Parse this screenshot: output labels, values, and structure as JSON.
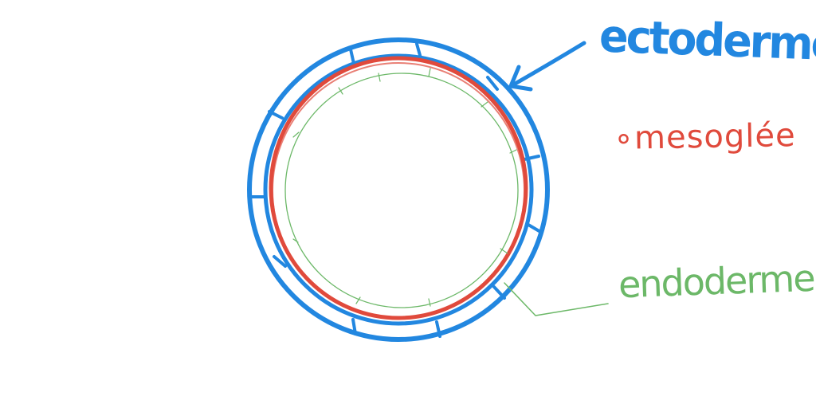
{
  "diagram": {
    "labels": {
      "ectoderm": "ectoderme",
      "mesoglea": "∘mesoglée",
      "endoderm": "endoderme"
    },
    "colors": {
      "ectoderm": "#2287e0",
      "mesoglea": "#e04a3c",
      "endoderm": "#6cb868",
      "background": "#ffffff"
    }
  }
}
